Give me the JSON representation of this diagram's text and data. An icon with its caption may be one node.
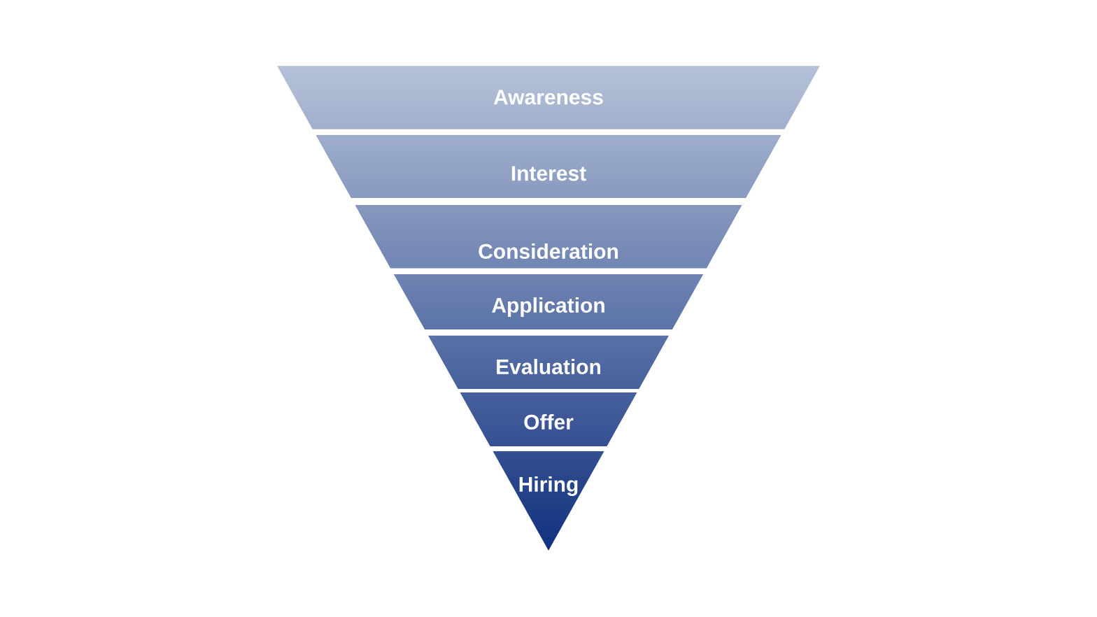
{
  "diagram": {
    "nodes": [
      {
        "text": [
          "Awareness"
        ]
      },
      {
        "text": [
          "Interest"
        ]
      },
      {
        "text": [
          "Consideration"
        ]
      },
      {
        "text": [
          "Application"
        ]
      },
      {
        "text": [
          "Evaluation"
        ]
      },
      {
        "text": [
          "Offer"
        ]
      },
      {
        "text": [
          "Hiring"
        ]
      }
    ]
  }
}
